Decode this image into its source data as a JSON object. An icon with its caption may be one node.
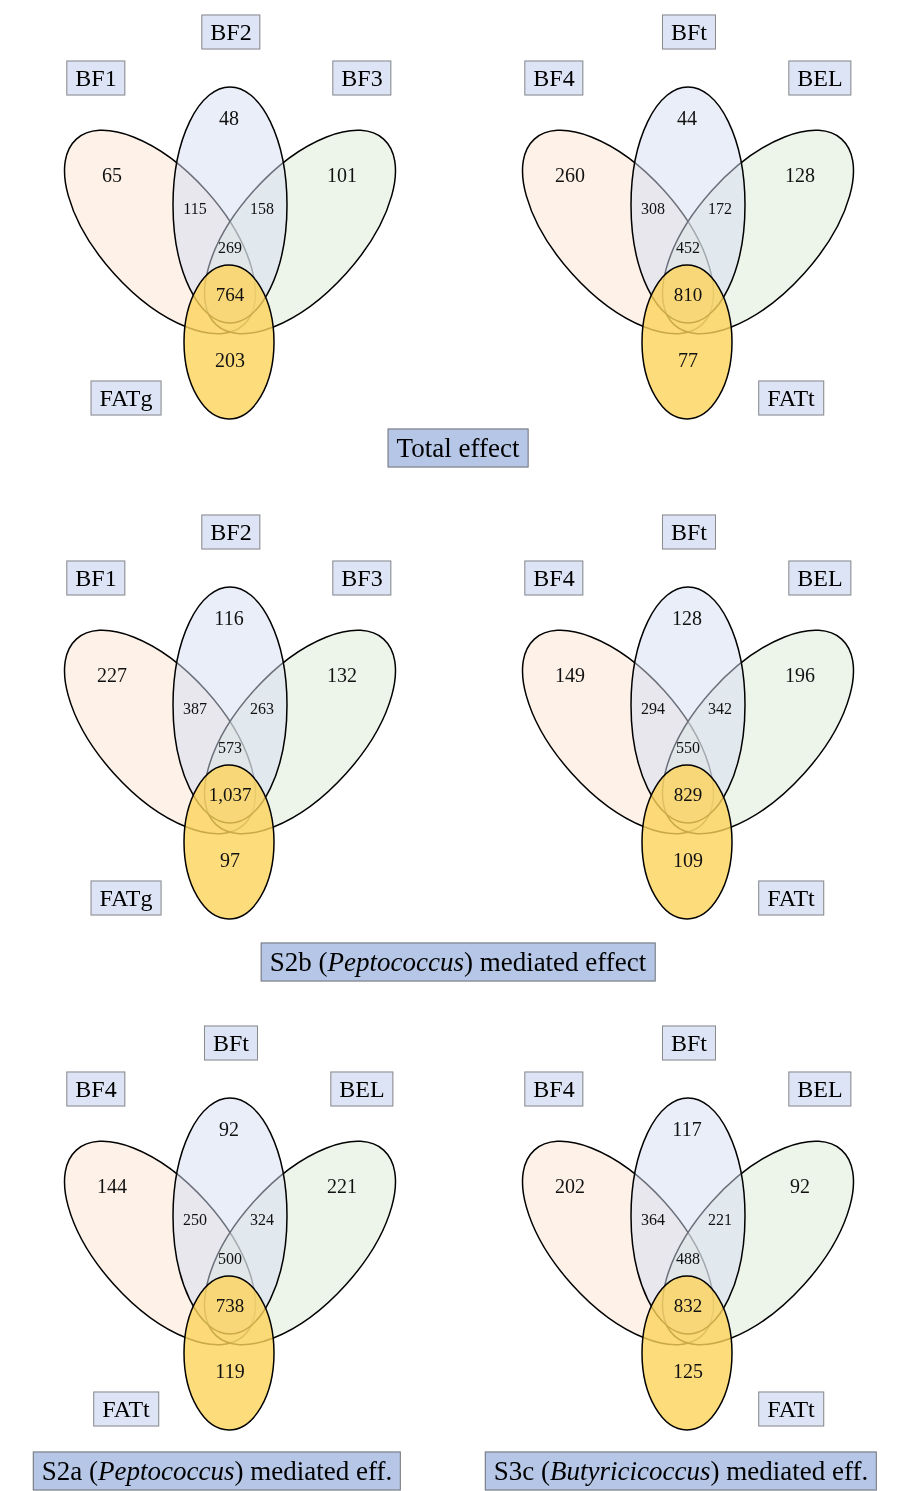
{
  "diagram": {
    "nodes": [
      {
        "text": [
          "BF1"
        ]
      },
      {
        "text": [
          "BF2"
        ]
      },
      {
        "text": [
          "BF3"
        ]
      },
      {
        "text": [
          "FATg"
        ]
      },
      {
        "text": [
          "BF4"
        ]
      },
      {
        "text": [
          "BFt"
        ]
      },
      {
        "text": [
          "BEL"
        ]
      },
      {
        "text": [
          "FATt"
        ]
      },
      {
        "text": [
          "Total effect"
        ]
      },
      {
        "text": [
          "BF1"
        ]
      },
      {
        "text": [
          "BF2"
        ]
      },
      {
        "text": [
          "BF3"
        ]
      },
      {
        "text": [
          "FATg"
        ]
      },
      {
        "text": [
          "BF4"
        ]
      },
      {
        "text": [
          "BFt"
        ]
      },
      {
        "text": [
          "BEL"
        ]
      },
      {
        "text": [
          "FATt"
        ]
      },
      {
        "text": [
          "S2b (*Peptococcus*) mediated effect"
        ]
      },
      {
        "text": [
          "BF4"
        ]
      },
      {
        "text": [
          "BFt"
        ]
      },
      {
        "text": [
          "BEL"
        ]
      },
      {
        "text": [
          "FATt"
        ]
      },
      {
        "text": [
          "BF4"
        ]
      },
      {
        "text": [
          "BFt"
        ]
      },
      {
        "text": [
          "BEL"
        ]
      },
      {
        "text": [
          "FATt"
        ]
      },
      {
        "text": [
          "S2a (*Peptococcus*) mediated eff."
        ]
      },
      {
        "text": [
          "S3c (*Butyricicoccus*) mediated eff."
        ]
      }
    ],
    "labels": [
      "65",
      "48",
      "101",
      "115",
      "158",
      "269",
      "764",
      "203",
      "260",
      "44",
      "128",
      "308",
      "172",
      "452",
      "810",
      "77",
      "227",
      "116",
      "132",
      "387",
      "263",
      "573",
      "1,037",
      "97",
      "149",
      "128",
      "196",
      "294",
      "342",
      "550",
      "829",
      "109",
      "144",
      "92",
      "221",
      "250",
      "324",
      "500",
      "738",
      "119",
      "202",
      "117",
      "92",
      "364",
      "221",
      "488",
      "832",
      "125"
    ]
  }
}
